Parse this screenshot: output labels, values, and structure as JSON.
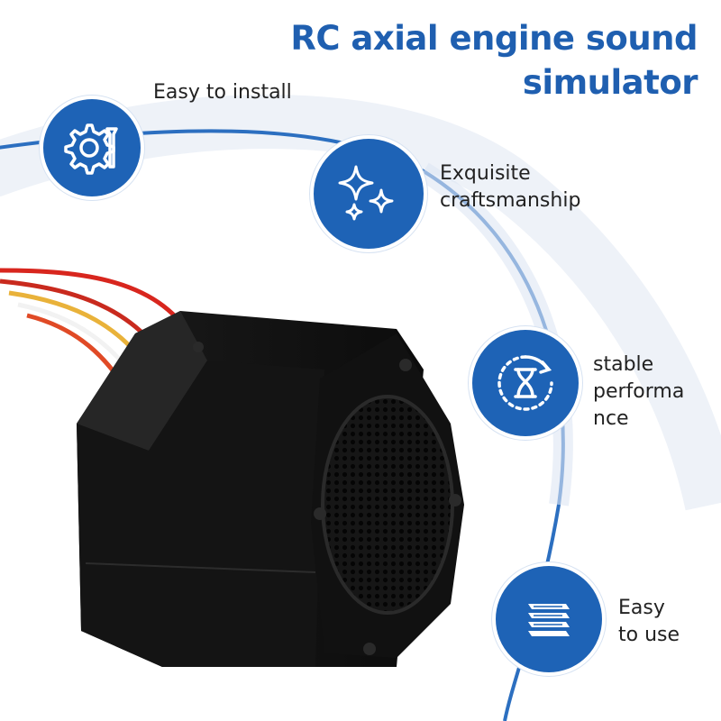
{
  "title": {
    "line1": "RC axial engine sound",
    "line2": "simulator"
  },
  "features": [
    {
      "icon": "gear-wrench-icon",
      "lines": [
        "Easy to install"
      ]
    },
    {
      "icon": "sparkles-icon",
      "lines": [
        "Exquisite",
        "craftsmanship"
      ]
    },
    {
      "icon": "hourglass-refresh-icon",
      "lines": [
        "stable",
        "performa",
        "nce"
      ]
    },
    {
      "icon": "stacked-layers-icon",
      "lines": [
        "Easy",
        "to use"
      ]
    }
  ],
  "colors": {
    "accent": "#1f5fb0",
    "badge": "#1e63b6",
    "arc": "#2c6fc0",
    "text": "#222222"
  }
}
